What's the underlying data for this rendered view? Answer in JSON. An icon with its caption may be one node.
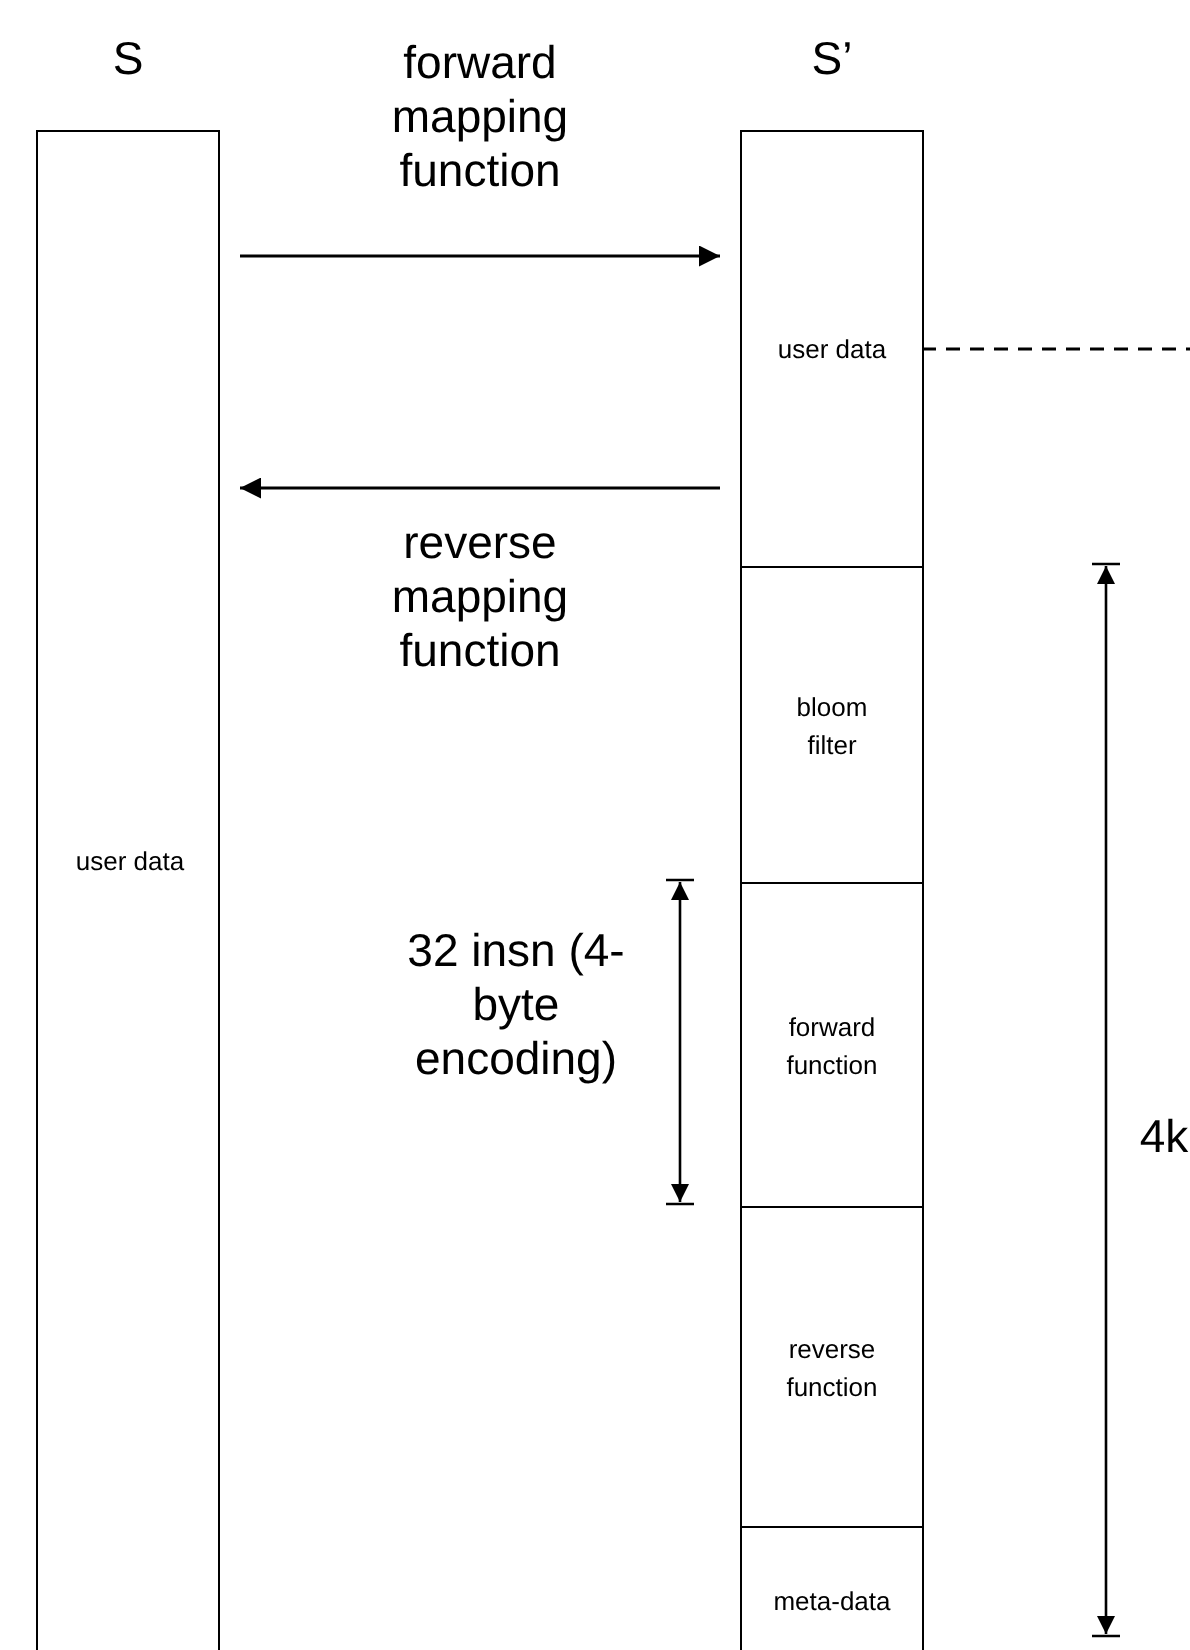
{
  "diagram": {
    "nodes": [
      {
        "text": [
          "S",
          "user data"
        ]
      },
      {
        "text": [
          "S’"
        ]
      },
      {
        "text": [
          "user data"
        ],
        "in": 1
      },
      {
        "text": [
          "bloom filter"
        ],
        "in": 1
      },
      {
        "text": [
          "forward function"
        ],
        "in": 1
      },
      {
        "text": [
          "reverse function"
        ],
        "in": 1
      },
      {
        "text": [
          "meta-data"
        ],
        "in": 1
      }
    ],
    "edges": [
      {
        "from": 0,
        "to": 1,
        "arrow": "to",
        "label": "forward mapping function"
      },
      {
        "from": 1,
        "to": 0,
        "arrow": "to",
        "label": "reverse mapping function"
      },
      {
        "from": 2,
        "to": null,
        "arrow": "none",
        "style": "dashed"
      }
    ],
    "labels": [
      "32 insn (4-byte encoding)",
      "4k"
    ]
  }
}
